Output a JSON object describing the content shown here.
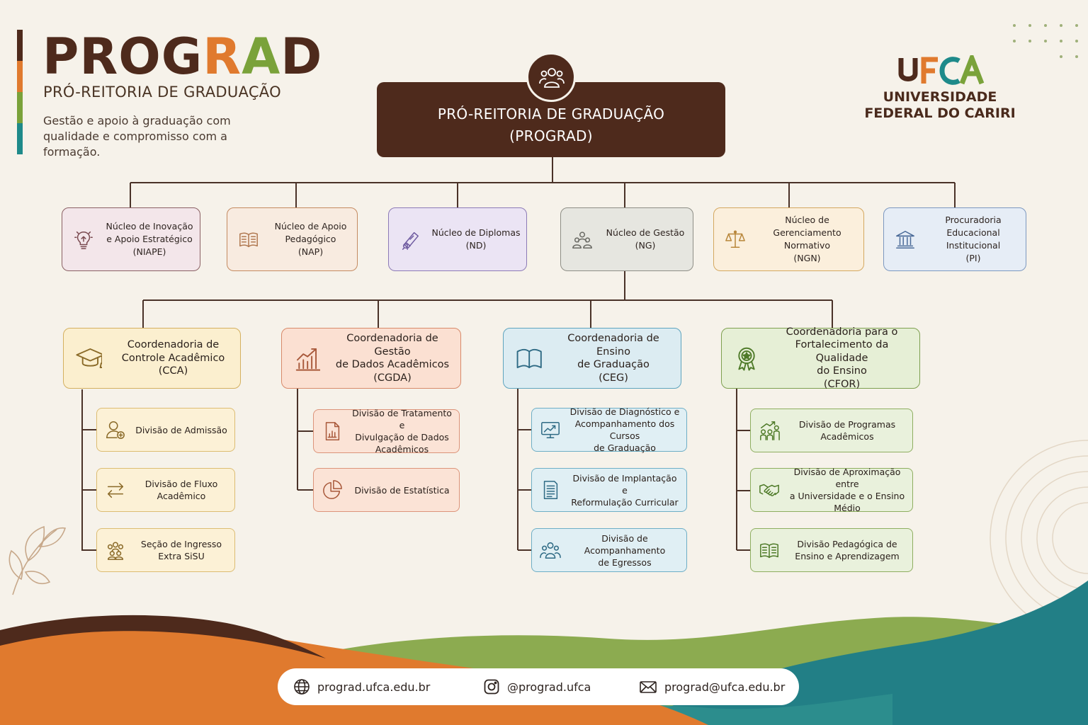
{
  "header": {
    "title_letters": [
      {
        "ch": "P",
        "color": "#4e2a1c"
      },
      {
        "ch": "R",
        "color": "#4e2a1c"
      },
      {
        "ch": "O",
        "color": "#4e2a1c"
      },
      {
        "ch": "G",
        "color": "#4e2a1c"
      },
      {
        "ch": "R",
        "color": "#e07a2e"
      },
      {
        "ch": "A",
        "color": "#7aa23a"
      },
      {
        "ch": "D",
        "color": "#4e2a1c"
      }
    ],
    "subtitle": "PRÓ-REITORIA DE GRADUAÇÃO",
    "description": "Gestão e apoio à graduação com qualidade e compromisso com a formação.",
    "bar_colors": [
      "#4e2a1c",
      "#e07a2e",
      "#7aa23a",
      "#1e8a8a"
    ]
  },
  "logo": {
    "name_line1": "UNIVERSIDADE",
    "name_line2": "FEDERAL DO CARIRI"
  },
  "root": {
    "line1": "PRÓ-REITORIA DE GRADUAÇÃO",
    "line2": "(PROGRAD)"
  },
  "nucleos": [
    {
      "l1": "Núcleo de Inovação",
      "l2": "e Apoio Estratégico",
      "l3": "(NIAPE)",
      "icon": "lightbulb-icon",
      "bg": "#f3e6ea",
      "border": "#8a6064"
    },
    {
      "l1": "Núcleo de Apoio",
      "l2": "Pedagógico",
      "l3": "(NAP)",
      "icon": "open-book-icon",
      "bg": "#f8ebe0",
      "border": "#c48a60"
    },
    {
      "l1": "Núcleo de Diplomas",
      "l2": "(ND)",
      "l3": "",
      "icon": "diploma-icon",
      "bg": "#ebe4f4",
      "border": "#8c7ab6"
    },
    {
      "l1": "Núcleo de Gestão",
      "l2": "(NG)",
      "l3": "",
      "icon": "team-icon",
      "bg": "#e6e6e0",
      "border": "#8e8e86"
    },
    {
      "l1": "Núcleo de Gerenciamento",
      "l2": "Normativo",
      "l3": "(NGN)",
      "icon": "scales-icon",
      "bg": "#fbefdc",
      "border": "#d4a860"
    },
    {
      "l1": "Procuradoria Educacional",
      "l2": "Institucional",
      "l3": "(PI)",
      "icon": "institution-icon",
      "bg": "#e6edf6",
      "border": "#7c98c0"
    }
  ],
  "coordenadorias": [
    {
      "l1": "Coordenadoria de",
      "l2": "Controle Acadêmico",
      "l3": "(CCA)",
      "l4": "",
      "icon": "graduation-cap-icon",
      "bg": "#fbefcf",
      "border": "#d4b060",
      "divisoes": [
        {
          "l1": "Divisão de Admissão",
          "l2": "",
          "l3": "",
          "icon": "user-add-icon"
        },
        {
          "l1": "Divisão de Fluxo",
          "l2": "Acadêmico",
          "l3": "",
          "icon": "arrows-exchange-icon"
        },
        {
          "l1": "Seção de Ingresso",
          "l2": "Extra SiSU",
          "l3": "",
          "icon": "group-icon"
        }
      ]
    },
    {
      "l1": "Coordenadoria de Gestão",
      "l2": "de Dados Acadêmicos",
      "l3": "(CGDA)",
      "l4": "",
      "icon": "growth-chart-icon",
      "bg": "#fbe0d2",
      "border": "#d88a6a",
      "divisoes": [
        {
          "l1": "Divisão de Tratamento e",
          "l2": "Divulgação de Dados",
          "l3": "Acadêmicos",
          "icon": "report-icon"
        },
        {
          "l1": "Divisão de Estatística",
          "l2": "",
          "l3": "",
          "icon": "pie-chart-icon"
        }
      ]
    },
    {
      "l1": "Coordenadoria de Ensino",
      "l2": "de Graduação",
      "l3": "(CEG)",
      "l4": "",
      "icon": "book-icon",
      "bg": "#dcecf2",
      "border": "#5ea4be",
      "divisoes": [
        {
          "l1": "Divisão de Diagnóstico e",
          "l2": "Acompanhamento dos Cursos",
          "l3": "de Graduação",
          "icon": "monitor-chart-icon"
        },
        {
          "l1": "Divisão de Implantação e",
          "l2": "Reformulação Curricular",
          "l3": "",
          "icon": "document-list-icon"
        },
        {
          "l1": "Divisão de Acompanhamento",
          "l2": "de Egressos",
          "l3": "",
          "icon": "alumni-icon"
        }
      ]
    },
    {
      "l1": "Coordenadoria para o",
      "l2": "Fortalecimento da Qualidade",
      "l3": "do Ensino",
      "l4": "(CFOR)",
      "icon": "award-icon",
      "bg": "#e6efd6",
      "border": "#7ea050",
      "divisoes": [
        {
          "l1": "Divisão de Programas",
          "l2": "Acadêmicos",
          "l3": "",
          "icon": "people-growth-icon"
        },
        {
          "l1": "Divisão de Aproximação entre",
          "l2": "a Universidade e o Ensino",
          "l3": "Médio",
          "icon": "handshake-icon"
        },
        {
          "l1": "Divisão Pedagógica de",
          "l2": "Ensino e Aprendizagem",
          "l3": "",
          "icon": "open-book-icon"
        }
      ]
    }
  ],
  "footer": {
    "website": "prograd.ufca.edu.br",
    "instagram": "@prograd.ufca",
    "email": "prograd@ufca.edu.br"
  }
}
